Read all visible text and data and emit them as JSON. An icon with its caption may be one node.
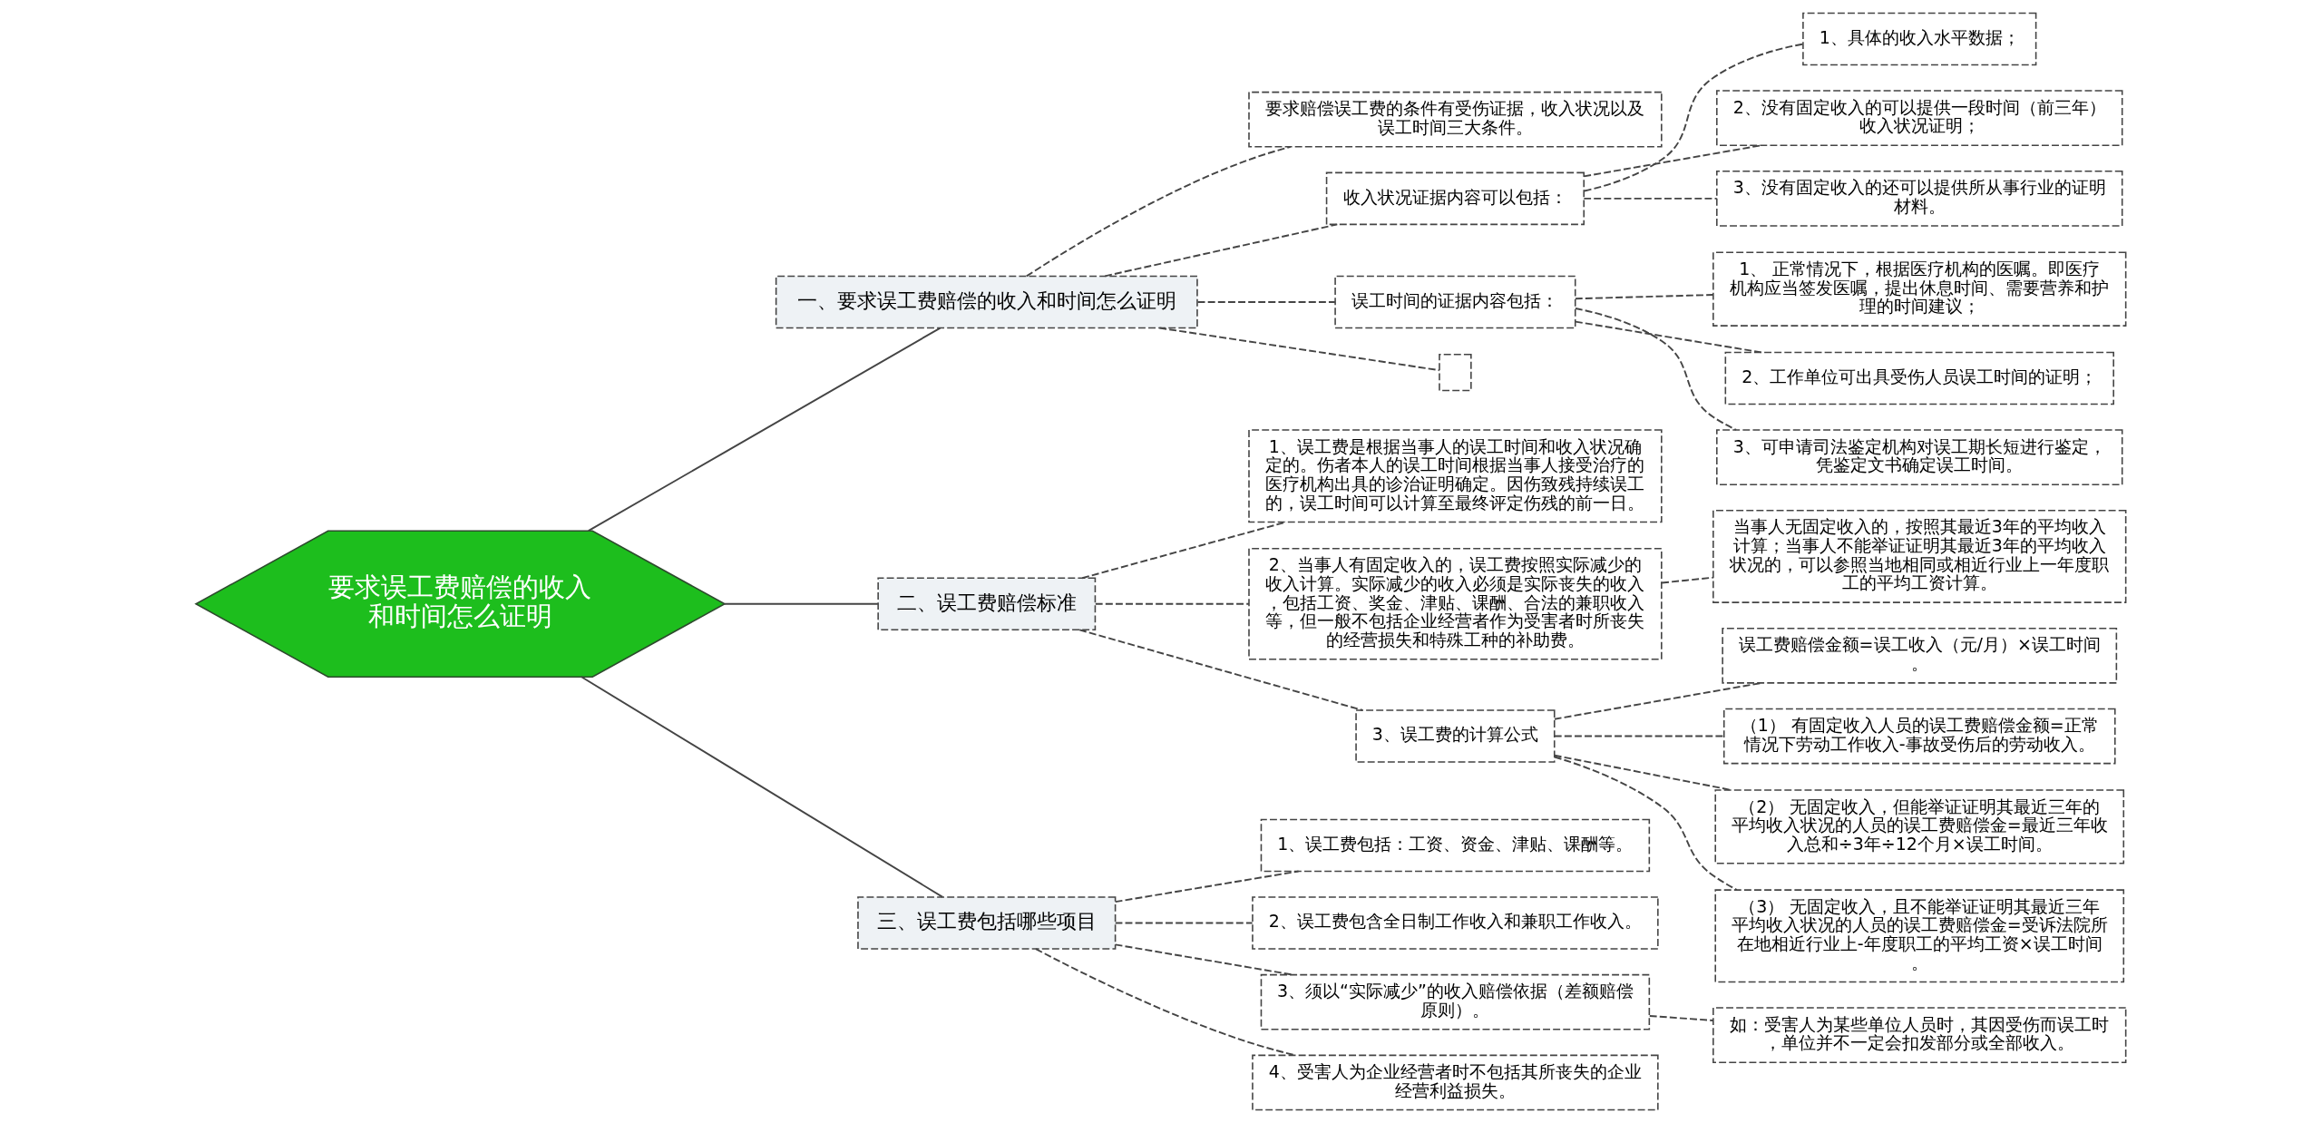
{
  "diagram": {
    "nodes": [
      {
        "text": [
          "要求误工费赔偿的收入和时间怎么证明"
        ]
      },
      {
        "text": [
          "一、要求误工费赔偿的收入和时间怎么证明"
        ]
      },
      {
        "text": [
          "要求赔偿误工费的条件有受伤证据，收入状况以及误工时间三大条件。"
        ]
      },
      {
        "text": [
          "收入状况证据内容可以包括："
        ]
      },
      {
        "text": [
          "1、具体的收入水平数据；"
        ]
      },
      {
        "text": [
          "2、没有固定收入的可以提供一段时间（前三年）收入状况证明；"
        ]
      },
      {
        "text": [
          "3、没有固定收入的还可以提供所从事行业的证明材料。"
        ]
      },
      {
        "text": [
          "误工时间的证据内容包括："
        ]
      },
      {
        "text": [
          "1、 正常情况下，根据医疗机构的医嘱。即医疗机构应当签发医嘱，提出休息时间、需要营养和护理的时间建议；"
        ]
      },
      {
        "text": [
          "2、工作单位可出具受伤人员误工时间的证明；"
        ]
      },
      {
        "text": [
          "3、可申请司法鉴定机构对误工期长短进行鉴定，凭鉴定文书确定误工时间。"
        ]
      },
      {
        "text": [],
        "shape": "box"
      },
      {
        "text": [
          "二、误工费赔偿标准"
        ]
      },
      {
        "text": [
          "1、误工费是根据当事人的误工时间和收入状况确定的。伤者本人的误工时间根据当事人接受治疗的医疗机构出具的诊治证明确定。因伤致残持续误工的，误工时间可以计算至最终评定伤残的前一日。"
        ]
      },
      {
        "text": [
          "2、当事人有固定收入的，误工费按照实际减少的收入计算。实际减少的收入必须是实际丧失的收入，包括工资、奖金、津贴、课酬、合法的兼职收入等，但一般不包括企业经营者作为受害者时所丧失的经营损失和特殊工种的补助费。"
        ]
      },
      {
        "text": [
          "当事人无固定收入的，按照其最近3年的平均收入计算；当事人不能举证证明其最近3年的平均收入状况的，可以参照当地相同或相近行业上一年度职工的平均工资计算。"
        ]
      },
      {
        "text": [
          "3、误工费的计算公式"
        ]
      },
      {
        "text": [
          "误工费赔偿金额=误工收入（元/月）×误工时间。"
        ]
      },
      {
        "text": [
          "（1） 有固定收入人员的误工费赔偿金额=正常情况下劳动工作收入-事故受伤后的劳动收入。"
        ]
      },
      {
        "text": [
          "（2） 无固定收入，但能举证证明其最近三年的平均收入状况的人员的误工费赔偿金=最近三年收入总和÷3年÷12个月×误工时间。"
        ]
      },
      {
        "text": [
          "（3） 无固定收入，且不能举证证明其最近三年平均收入状况的人员的误工费赔偿金=受诉法院所在地相近行业上-年度职工的平均工资×误工时间。"
        ]
      },
      {
        "text": [
          "三、误工费包括哪些项目"
        ]
      },
      {
        "text": [
          "1、误工费包括：工资、资金、津贴、课酬等。"
        ]
      },
      {
        "text": [
          "2、误工费包含全日制工作收入和兼职工作收入。"
        ]
      },
      {
        "text": [
          "3、须以“实际减少”的收入赔偿依据（差额赔偿原则）。"
        ]
      },
      {
        "text": [
          "如：受害人为某些单位人员时，其因受伤而误工时，单位并不一定会扣发部分或全部收入。"
        ]
      },
      {
        "text": [
          "4、受害人为企业经营者时不包括其所丧失的企业经营利益损失。"
        ]
      }
    ],
    "edges": [
      {
        "from": 0,
        "to": 1,
        "arrow": "none"
      },
      {
        "from": 1,
        "to": 2,
        "arrow": "none",
        "style": "dashed"
      },
      {
        "from": 1,
        "to": 3,
        "arrow": "none",
        "style": "dashed"
      },
      {
        "from": 3,
        "to": 4,
        "arrow": "none",
        "style": "dashed"
      },
      {
        "from": 3,
        "to": 5,
        "arrow": "none",
        "style": "dashed"
      },
      {
        "from": 3,
        "to": 6,
        "arrow": "none",
        "style": "dashed"
      },
      {
        "from": 1,
        "to": 7,
        "arrow": "none",
        "style": "dashed"
      },
      {
        "from": 7,
        "to": 8,
        "arrow": "none",
        "style": "dashed"
      },
      {
        "from": 7,
        "to": 9,
        "arrow": "none",
        "style": "dashed"
      },
      {
        "from": 7,
        "to": 10,
        "arrow": "none",
        "style": "dashed"
      },
      {
        "from": 1,
        "to": 11,
        "arrow": "none",
        "style": "dashed"
      },
      {
        "from": 0,
        "to": 12,
        "arrow": "none"
      },
      {
        "from": 12,
        "to": 13,
        "arrow": "none",
        "style": "dashed"
      },
      {
        "from": 12,
        "to": 14,
        "arrow": "none",
        "style": "dashed"
      },
      {
        "from": 14,
        "to": 15,
        "arrow": "none",
        "style": "dashed"
      },
      {
        "from": 12,
        "to": 16,
        "arrow": "none",
        "style": "dashed"
      },
      {
        "from": 16,
        "to": 17,
        "arrow": "none",
        "style": "dashed"
      },
      {
        "from": 16,
        "to": 18,
        "arrow": "none",
        "style": "dashed"
      },
      {
        "from": 16,
        "to": 19,
        "arrow": "none",
        "style": "dashed"
      },
      {
        "from": 16,
        "to": 20,
        "arrow": "none",
        "style": "dashed"
      },
      {
        "from": 0,
        "to": 21,
        "arrow": "none"
      },
      {
        "from": 21,
        "to": 22,
        "arrow": "none",
        "style": "dashed"
      },
      {
        "from": 21,
        "to": 23,
        "arrow": "none",
        "style": "dashed"
      },
      {
        "from": 21,
        "to": 24,
        "arrow": "none",
        "style": "dashed"
      },
      {
        "from": 24,
        "to": 25,
        "arrow": "none",
        "style": "dashed"
      },
      {
        "from": 21,
        "to": 26,
        "arrow": "none",
        "style": "dashed"
      }
    ]
  }
}
